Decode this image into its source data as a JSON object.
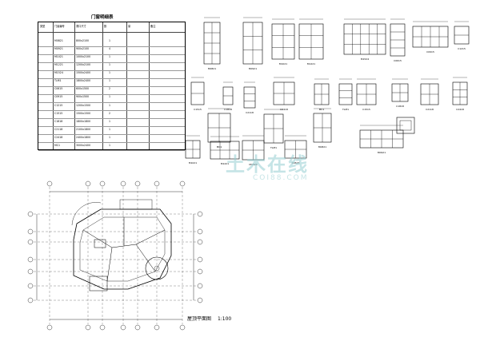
{
  "schedule": {
    "title": "门窗明细表",
    "header": [
      "类型",
      "门窗编号",
      "洞口尺寸",
      "数",
      "量",
      "备注"
    ],
    "rows": [
      {
        "code": "M0821",
        "size": "800x2100",
        "qty": "1"
      },
      {
        "code": "M0921",
        "size": "900x2100",
        "qty": "4"
      },
      {
        "code": "M1021",
        "size": "1000x2100",
        "qty": "1"
      },
      {
        "code": "M1221",
        "size": "1200x2100",
        "qty": "1"
      },
      {
        "code": "M1524",
        "size": "1500x2400",
        "qty": "1"
      },
      {
        "code": "TLM1",
        "size": "1800x2400",
        "qty": "1"
      },
      {
        "code": "C0615",
        "size": "600x1500",
        "qty": "2"
      },
      {
        "code": "C0915",
        "size": "900x1500",
        "qty": "1"
      },
      {
        "code": "C1215",
        "size": "1200x1500",
        "qty": "1"
      },
      {
        "code": "C1515",
        "size": "1500x1500",
        "qty": "2"
      },
      {
        "code": "C1818",
        "size": "1800x1800",
        "qty": "1"
      },
      {
        "code": "C2118",
        "size": "2100x1800",
        "qty": "1"
      },
      {
        "code": "C2418",
        "size": "2400x1800",
        "qty": "1"
      },
      {
        "code": "MC1",
        "size": "3000x2400",
        "qty": "1"
      }
    ]
  },
  "windows": [
    "M0821",
    "M0921",
    "M1021",
    "M1221",
    "M1524",
    "C0615",
    "C0915",
    "C1215",
    "C1515",
    "C1818",
    "C2118",
    "C2418",
    "MC1",
    "TLM1"
  ],
  "plan": {
    "title": "屋顶平面图",
    "scale": "1:100"
  },
  "watermark": {
    "main": "土木在线",
    "sub": "COI88.COM"
  },
  "colors": {
    "line": "#000000",
    "watermark": "#96cdd2"
  }
}
